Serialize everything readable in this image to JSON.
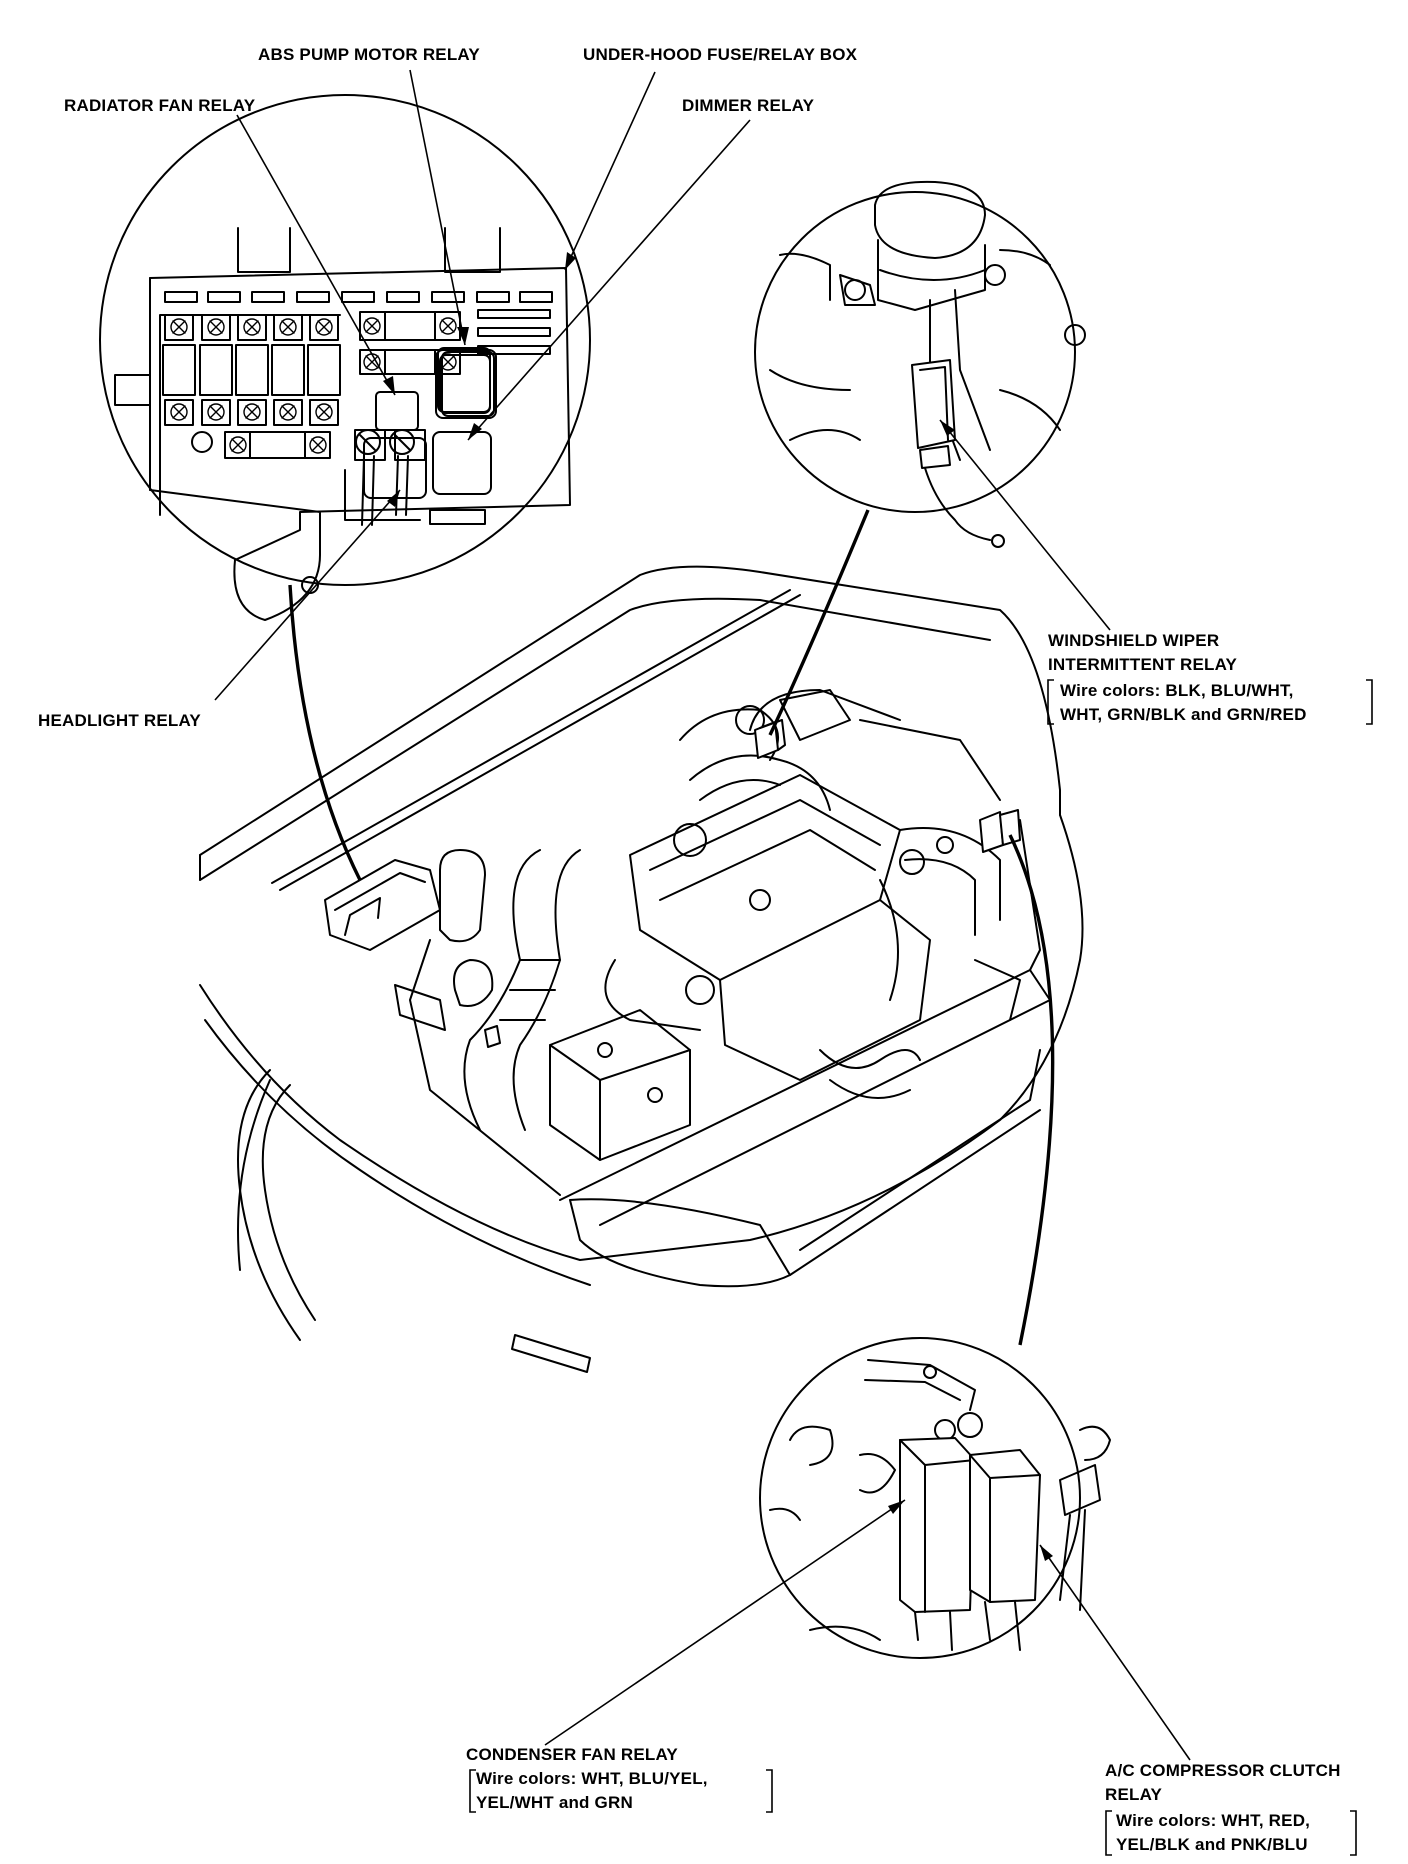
{
  "labels": {
    "abs_pump_motor_relay": "ABS PUMP MOTOR RELAY",
    "under_hood_fuse_relay_box": "UNDER-HOOD FUSE/RELAY BOX",
    "radiator_fan_relay": "RADIATOR FAN RELAY",
    "dimmer_relay": "DIMMER RELAY",
    "headlight_relay": "HEADLIGHT RELAY",
    "windshield_wiper": {
      "line1": "WINDSHIELD WIPER",
      "line2": "INTERMITTENT RELAY",
      "wire1": "Wire colors: BLK, BLU/WHT,",
      "wire2": "WHT, GRN/BLK and GRN/RED"
    },
    "condenser_fan": {
      "line1": "CONDENSER FAN RELAY",
      "wire1": "Wire colors: WHT, BLU/YEL,",
      "wire2": "YEL/WHT and GRN"
    },
    "ac_compressor": {
      "line1": "A/C COMPRESSOR CLUTCH",
      "line2": "RELAY",
      "wire1": "Wire colors: WHT, RED,",
      "wire2": "YEL/BLK and PNK/BLU"
    }
  },
  "colors": {
    "ink": "#000000",
    "paper": "#ffffff"
  }
}
